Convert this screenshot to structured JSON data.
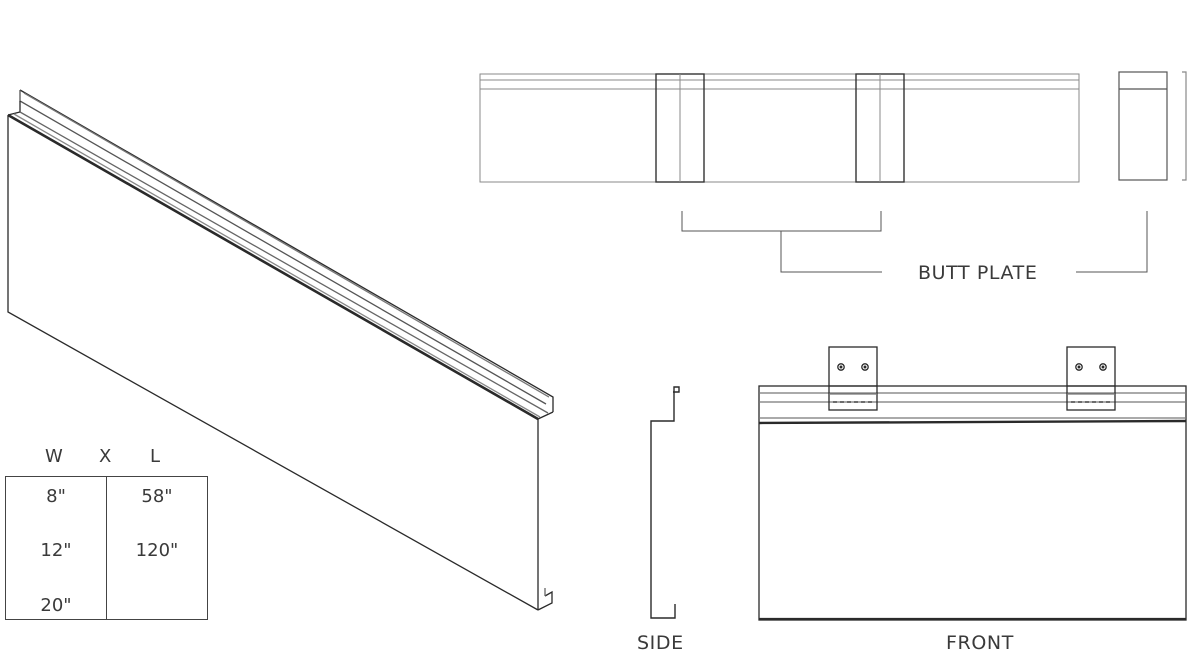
{
  "labels": {
    "butt_plate": "BUTT PLATE",
    "side": "SIDE",
    "front": "FRONT"
  },
  "size_table": {
    "header_w": "W",
    "header_x": "X",
    "header_l": "L",
    "widths": [
      "8\"",
      "12\"",
      "20\""
    ],
    "lengths": [
      "58\"",
      "120\""
    ]
  },
  "colors": {
    "line": "#2a2a2a",
    "light_line": "#8a8a8a"
  }
}
